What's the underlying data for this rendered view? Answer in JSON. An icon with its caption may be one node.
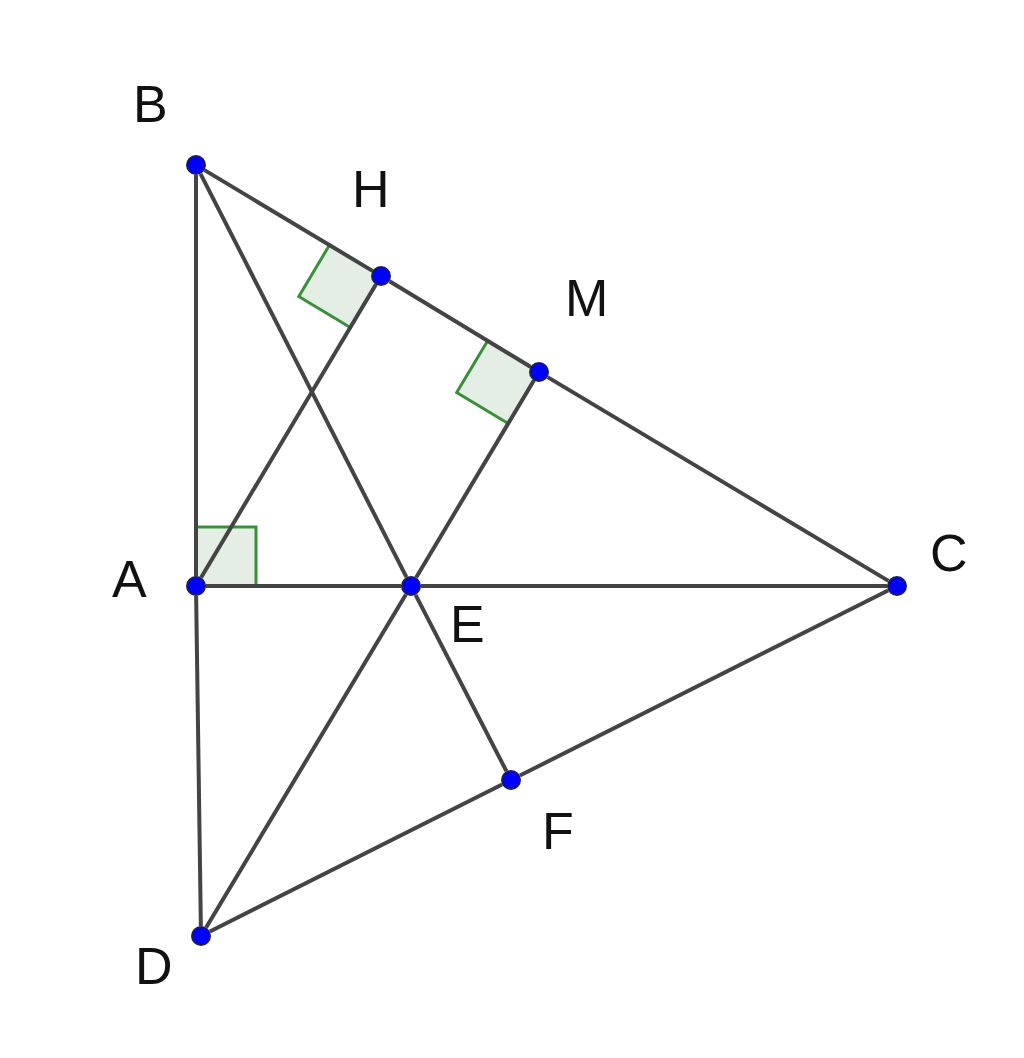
{
  "diagram": {
    "nodes": [
      {
        "text": [
          "B"
        ]
      },
      {
        "text": [
          "H"
        ]
      },
      {
        "text": [
          "M"
        ]
      },
      {
        "text": [
          "C"
        ]
      },
      {
        "text": [
          "A"
        ]
      },
      {
        "text": [
          "E"
        ]
      },
      {
        "text": [
          "F"
        ]
      },
      {
        "text": [
          "D"
        ]
      }
    ],
    "edges": [
      {
        "from": 0,
        "to": 1,
        "arrow": "none"
      },
      {
        "from": 1,
        "to": 2,
        "arrow": "none"
      },
      {
        "from": 2,
        "to": 3,
        "arrow": "none"
      },
      {
        "from": 0,
        "to": 4,
        "arrow": "none"
      },
      {
        "from": 4,
        "to": 5,
        "arrow": "none"
      },
      {
        "from": 5,
        "to": 3,
        "arrow": "none"
      },
      {
        "from": 4,
        "to": 7,
        "arrow": "none"
      },
      {
        "from": 0,
        "to": 5,
        "arrow": "none"
      },
      {
        "from": 5,
        "to": 6,
        "arrow": "none"
      },
      {
        "from": 4,
        "to": 1,
        "arrow": "none"
      },
      {
        "from": 2,
        "to": 5,
        "arrow": "none"
      },
      {
        "from": 5,
        "to": 7,
        "arrow": "none"
      },
      {
        "from": 7,
        "to": 6,
        "arrow": "none"
      },
      {
        "from": 6,
        "to": 3,
        "arrow": "none"
      }
    ]
  }
}
